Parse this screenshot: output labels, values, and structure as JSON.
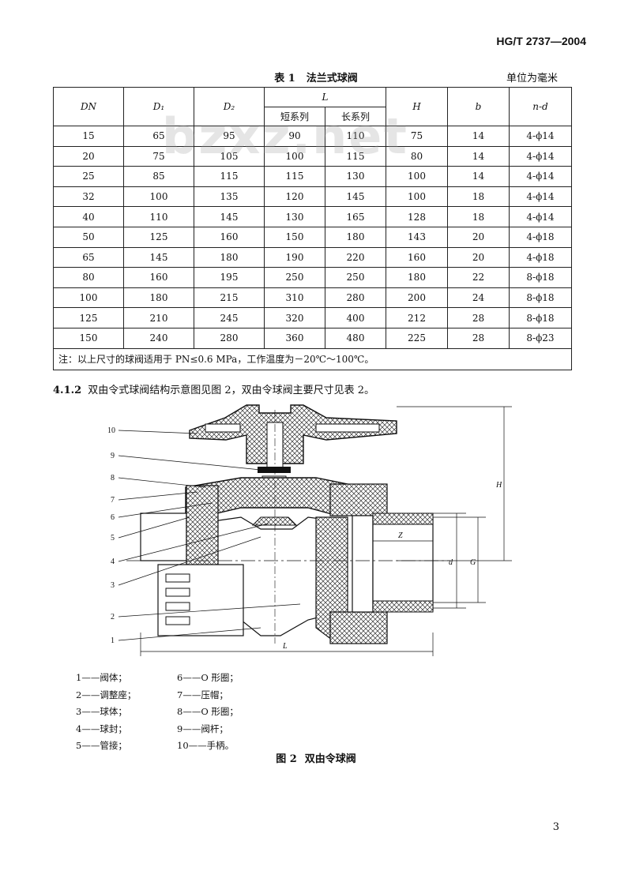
{
  "header": {
    "standard_code": "HG/T 2737—2004"
  },
  "table1": {
    "caption_number": "表 1",
    "caption_title": "法兰式球阀",
    "unit": "单位为毫米",
    "headers": {
      "dn": "DN",
      "d1": "D₁",
      "d2": "D₂",
      "l": "L",
      "short": "短系列",
      "long": "长系列",
      "h": "H",
      "b": "b",
      "nd": "n-d"
    },
    "rows": [
      [
        "15",
        "65",
        "95",
        "90",
        "110",
        "75",
        "14",
        "4-ϕ14"
      ],
      [
        "20",
        "75",
        "105",
        "100",
        "115",
        "80",
        "14",
        "4-ϕ14"
      ],
      [
        "25",
        "85",
        "115",
        "115",
        "130",
        "100",
        "14",
        "4-ϕ14"
      ],
      [
        "32",
        "100",
        "135",
        "120",
        "145",
        "100",
        "18",
        "4-ϕ14"
      ],
      [
        "40",
        "110",
        "145",
        "130",
        "165",
        "128",
        "18",
        "4-ϕ14"
      ],
      [
        "50",
        "125",
        "160",
        "150",
        "180",
        "143",
        "20",
        "4-ϕ18"
      ],
      [
        "65",
        "145",
        "180",
        "190",
        "220",
        "160",
        "20",
        "4-ϕ18"
      ],
      [
        "80",
        "160",
        "195",
        "250",
        "250",
        "180",
        "22",
        "8-ϕ18"
      ],
      [
        "100",
        "180",
        "215",
        "310",
        "280",
        "200",
        "24",
        "8-ϕ18"
      ],
      [
        "125",
        "210",
        "245",
        "320",
        "400",
        "212",
        "28",
        "8-ϕ18"
      ],
      [
        "150",
        "240",
        "280",
        "360",
        "480",
        "225",
        "28",
        "8-ϕ23"
      ]
    ],
    "note": "注：以上尺寸的球阀适用于 PN≤0.6 MPa，工作温度为－20℃～100℃。"
  },
  "watermark": "bzxz.net",
  "section": {
    "number": "4.1.2",
    "text": "双由令式球阀结构示意图见图 2，双由令球阀主要尺寸见表 2。"
  },
  "figure": {
    "callouts": [
      "10",
      "9",
      "8",
      "7",
      "6",
      "5",
      "4",
      "3",
      "2",
      "1"
    ],
    "dims": {
      "h": "H",
      "z": "Z",
      "d": "d",
      "g": "G",
      "l": "L"
    },
    "legend_left": [
      "1——阀体；",
      "2——调整座；",
      "3——球体；",
      "4——球封；",
      "5——管接；"
    ],
    "legend_right": [
      "6——O 形圈；",
      "7——压帽；",
      "8——O 形圈；",
      "9——阀杆；",
      "10——手柄。"
    ],
    "caption_number": "图 2",
    "caption_title": "双由令球阀"
  },
  "page_number": "3"
}
